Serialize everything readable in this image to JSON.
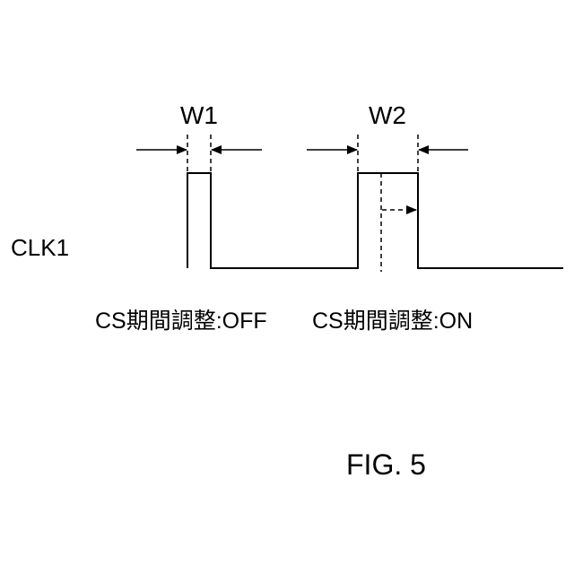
{
  "diagram": {
    "signal_label": "CLK1",
    "pulse_1": {
      "width_label": "W1",
      "caption": "CS期間調整:OFF"
    },
    "pulse_2": {
      "width_label": "W2",
      "caption": "CS期間調整:ON"
    },
    "figure_label": "FIG. 5"
  }
}
